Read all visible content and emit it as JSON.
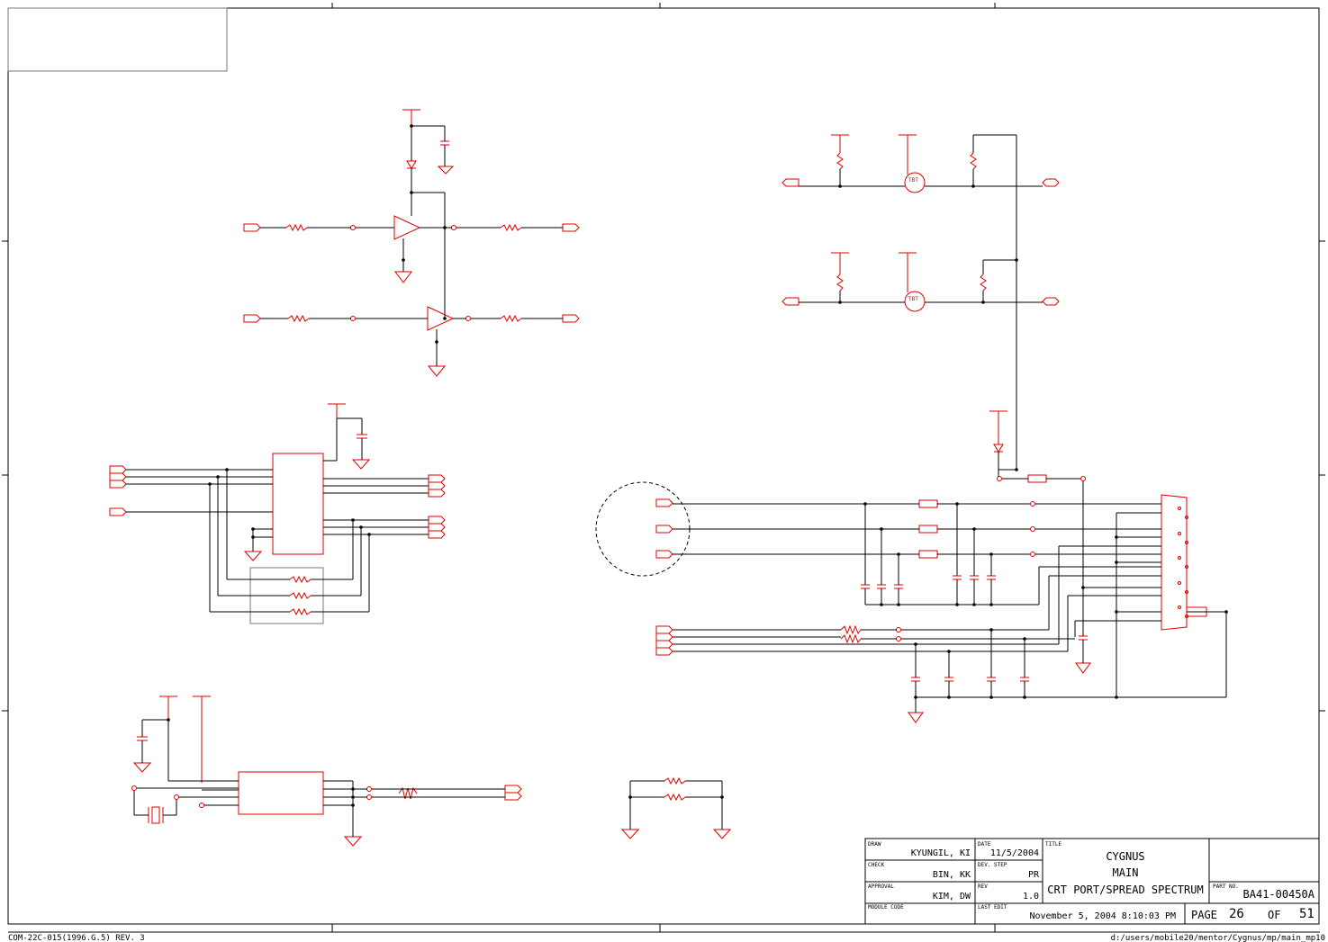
{
  "colors": {
    "component": "#e00000",
    "wire": "#000000",
    "frame": "#000000",
    "border_box": "#777777"
  },
  "title_block": {
    "draw_label": "DRAW",
    "draw_name": "KYUNGIL, KI",
    "date_label": "DATE",
    "date_value": "11/5/2004",
    "title_label": "TITLE",
    "check_label": "CHECK",
    "check_name": "BIN, KK",
    "dev_step_label": "DEV. STEP",
    "dev_step_value": "PR",
    "approval_label": "APPROVAL",
    "approval_name": "KIM, DW",
    "rev_label": "REV",
    "rev_value": "1.0",
    "module_code_label": "MODULE CODE",
    "last_edit_label": "LAST EDIT",
    "last_edit_value": "November 5, 2004  8:10:03 PM",
    "title_line1": "CYGNUS",
    "title_line2": "MAIN",
    "title_line3": "CRT PORT/SPREAD SPECTRUM",
    "part_no_label": "PART NO.",
    "part_no_value": "BA41-00450A",
    "page_label": "PAGE",
    "page_number": "26",
    "of_label": "OF",
    "page_total": "51"
  },
  "footer": {
    "form_code": "COM-22C-015(1996.G.5) REV. 3",
    "file_path": "d:/users/mobile20/mentor/Cygnus/mp/main_mp10"
  },
  "mosfet_label": "TBT"
}
